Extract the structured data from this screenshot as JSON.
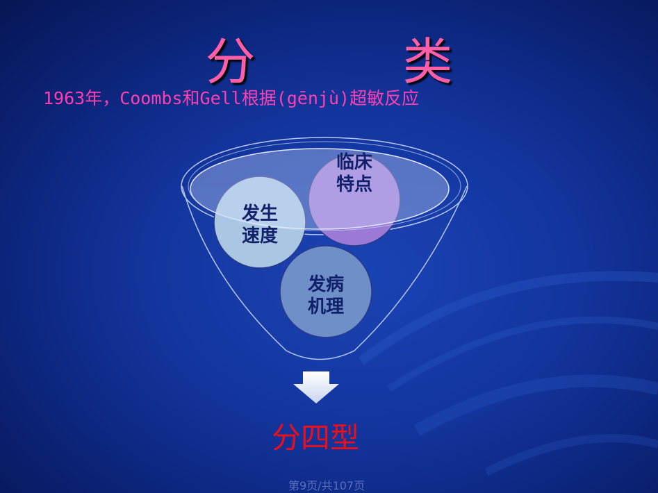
{
  "slide": {
    "title": "分　类",
    "subtitle": "1963年，Coombs和Gell根据(gēnjù)超敏反应",
    "result": "分四型",
    "footer": "第9页/共107页"
  },
  "funnel": {
    "bubbles": [
      {
        "line1": "临床",
        "line2": "特点",
        "color": "#9b7ad6"
      },
      {
        "line1": "发生",
        "line2": "速度",
        "color": "#a9c6e3"
      },
      {
        "line1": "发病",
        "line2": "机理",
        "color": "#6f8fc9"
      }
    ]
  },
  "colors": {
    "title": "#ff5fa8",
    "subtitle": "#ff40b0",
    "result": "#e8101c",
    "background": "#12339a"
  }
}
